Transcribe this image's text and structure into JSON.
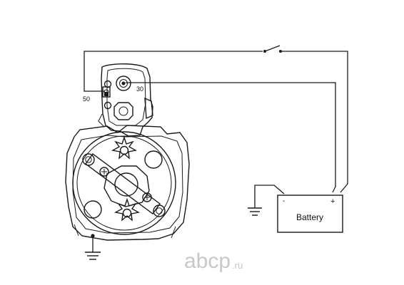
{
  "terminals": {
    "t50": "50",
    "t30": "30"
  },
  "battery": {
    "label": "Battery",
    "minus": "-",
    "plus": "+"
  },
  "watermark": {
    "brand": "abcp",
    "tld": ".ru"
  },
  "colors": {
    "line": "#1a1a1a",
    "watermark": "#c8c8c8"
  }
}
